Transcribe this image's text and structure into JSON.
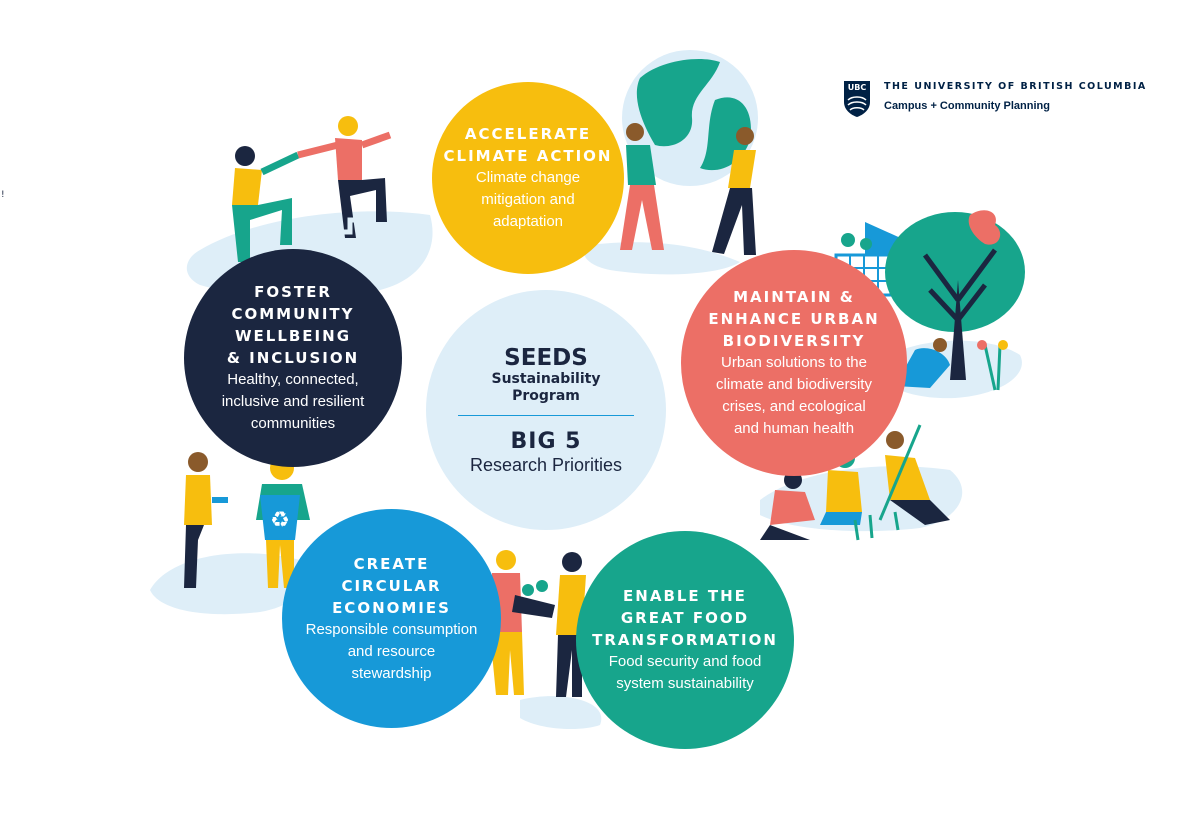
{
  "logo": {
    "crest_text": "UBC",
    "university": "THE UNIVERSITY OF BRITISH COLUMBIA",
    "department": "Campus + Community Planning"
  },
  "stray_mark": "!",
  "center": {
    "title": "SEEDS",
    "subtitle": "Sustainability\nProgram",
    "big5": "BIG 5",
    "big5_subtitle": "Research Priorities"
  },
  "priorities": [
    {
      "key": "climate",
      "title": "ACCELERATE\nCLIMATE ACTION",
      "description": "Climate change\nmitigation and\nadaptation",
      "color": "#f7be0e"
    },
    {
      "key": "biodiversity",
      "title": "MAINTAIN &\nENHANCE URBAN\nBIODIVERSITY",
      "description": "Urban solutions to the\nclimate and biodiversity\ncrises, and ecological\nand human health",
      "color": "#ec6f66"
    },
    {
      "key": "food",
      "title": "ENABLE THE\nGREAT FOOD\nTRANSFORMATION",
      "description": "Food security and food\nsystem sustainability",
      "color": "#17a58c"
    },
    {
      "key": "circular",
      "title": "CREATE\nCIRCULAR\nECONOMIES",
      "description": "Responsible consumption\nand resource\nstewardship",
      "color": "#1799d8"
    },
    {
      "key": "wellbeing",
      "title": "FOSTER\nCOMMUNITY\nWELLBEING\n& INCLUSION",
      "description": "Healthy, connected,\ninclusive and resilient\ncommunities",
      "color": "#1b2640"
    }
  ],
  "colors": {
    "navy": "#1b2640",
    "yellow": "#f7be0e",
    "coral": "#ec6f66",
    "teal": "#17a58c",
    "blue": "#1799d8",
    "light_blue": "#deeef8",
    "ubc_blue": "#002145"
  }
}
